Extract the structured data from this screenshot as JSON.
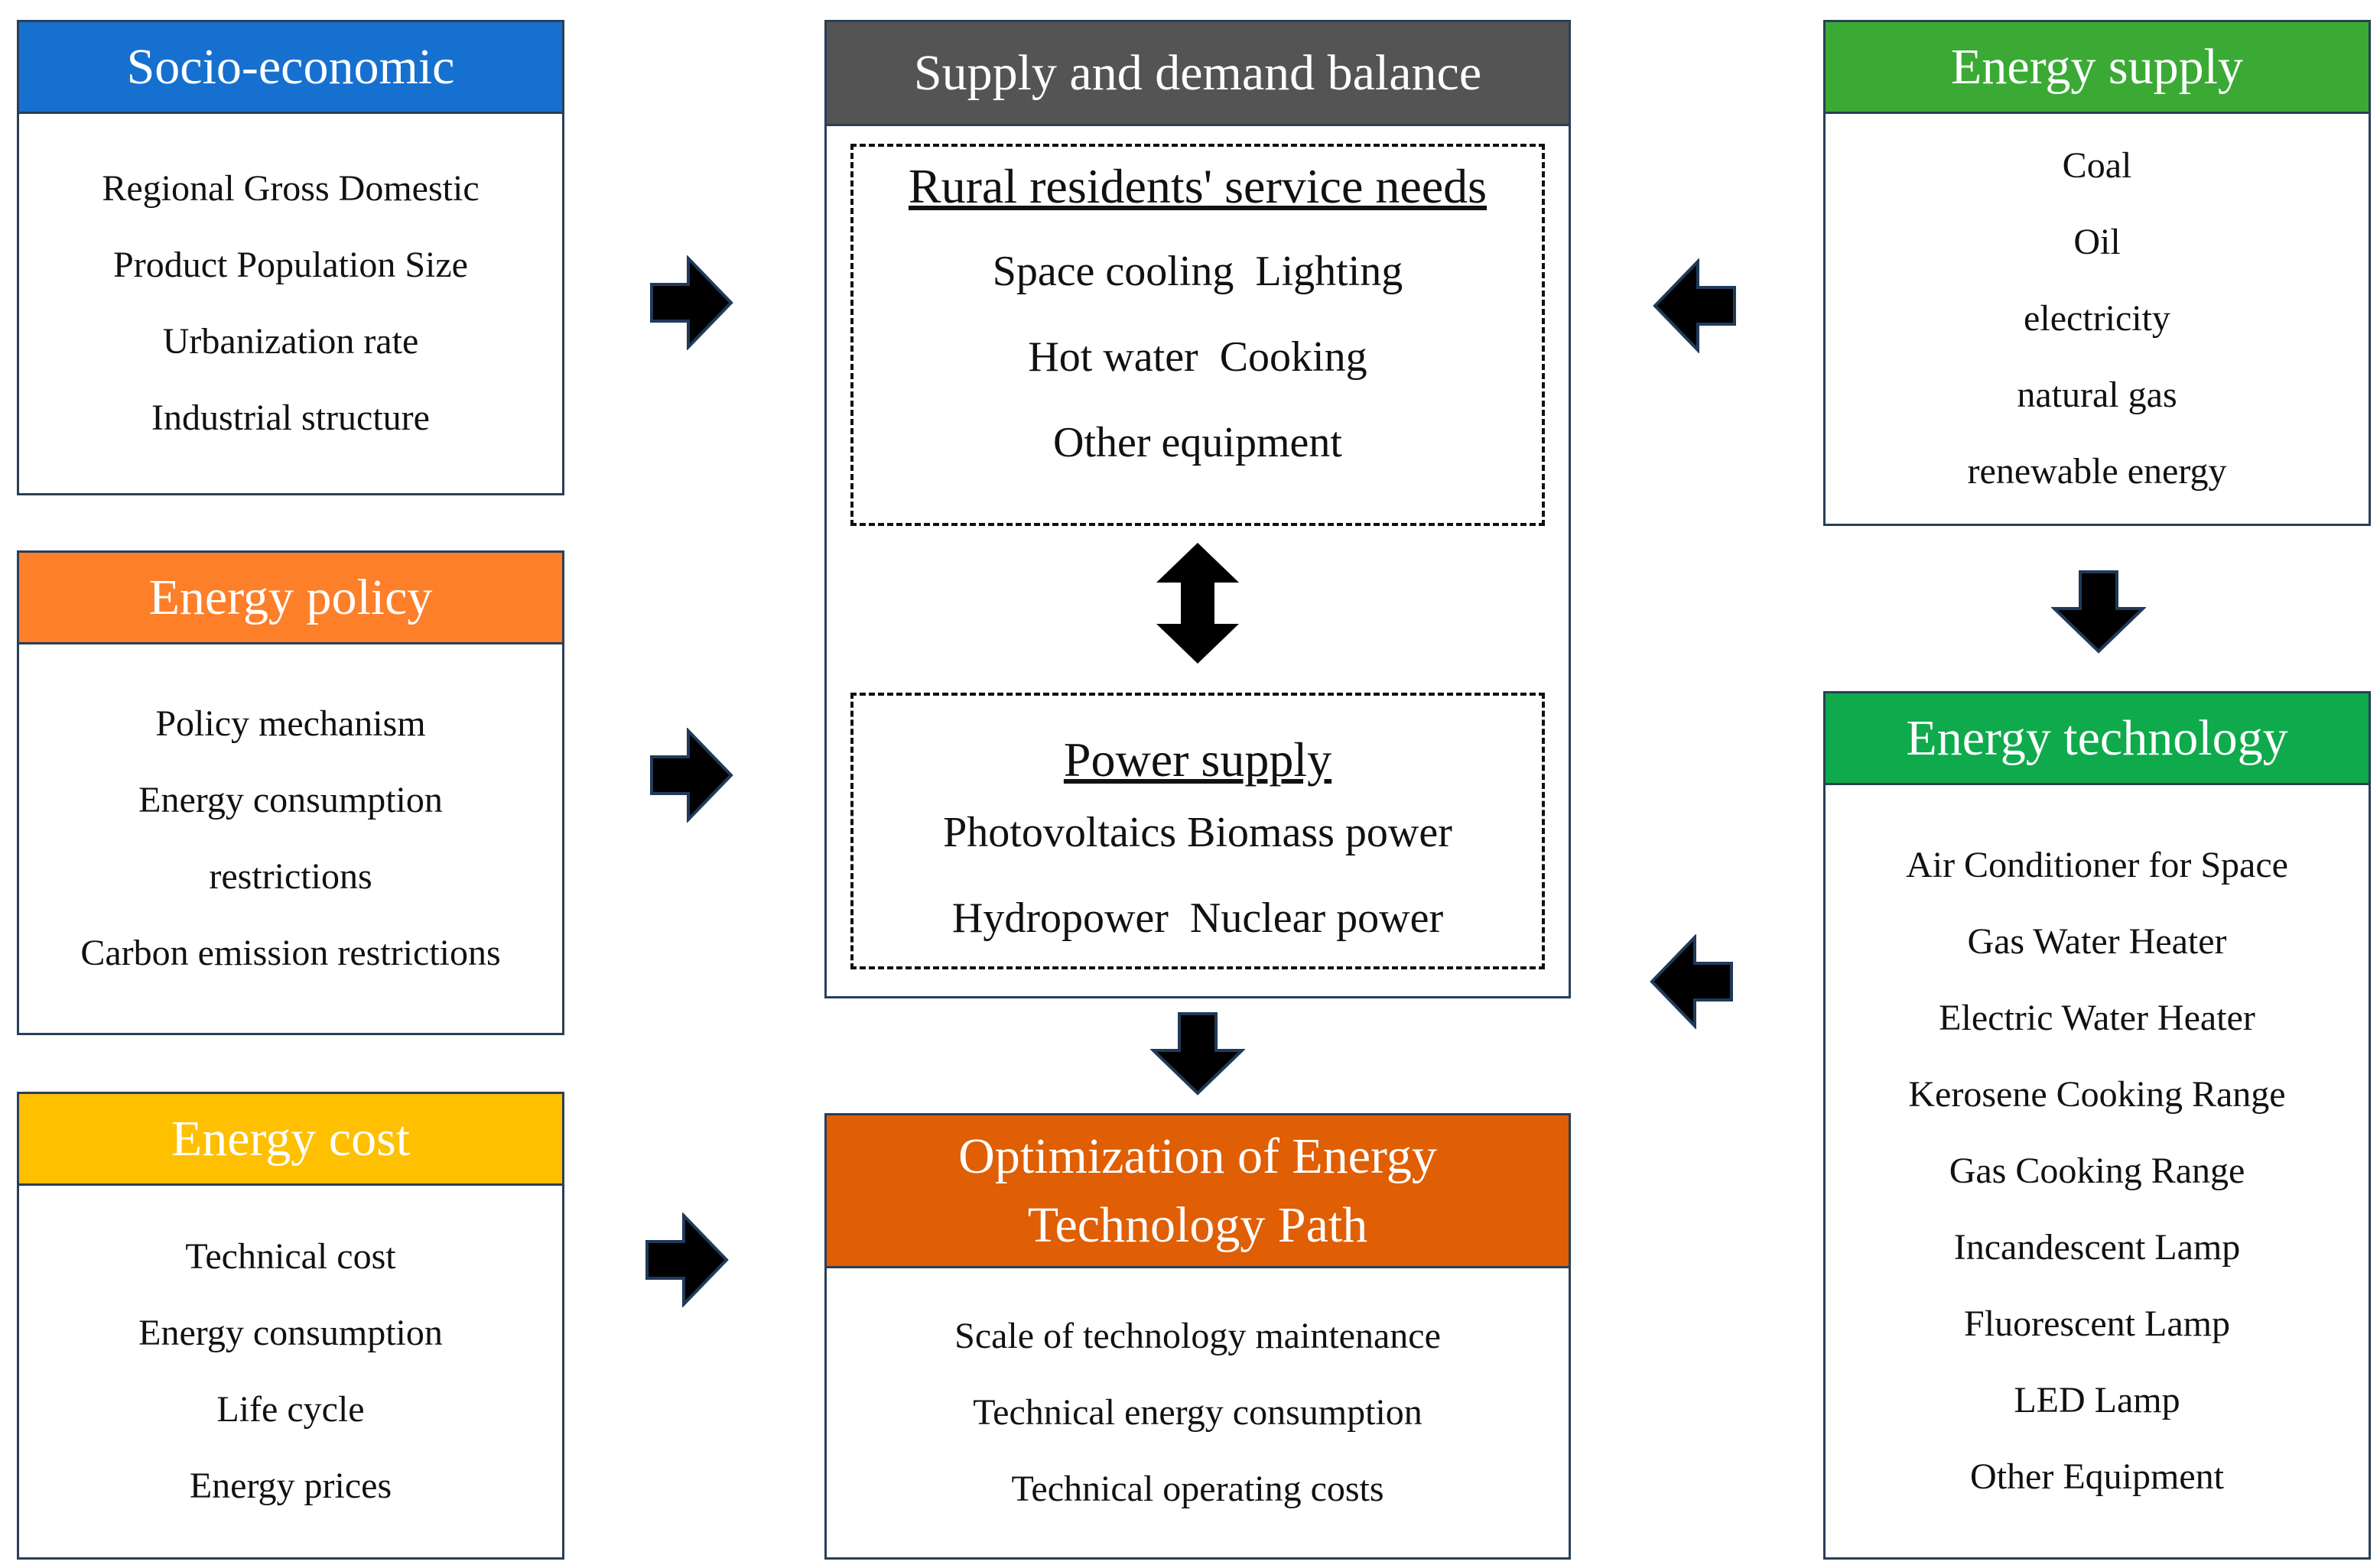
{
  "boxes": {
    "socio_economic": {
      "title": "Socio-economic",
      "color": "#1670d0",
      "items": [
        "Regional Gross Domestic",
        "Product Population Size",
        "Urbanization rate",
        "Industrial structure"
      ]
    },
    "energy_policy": {
      "title": "Energy policy",
      "color": "#fd7f2a",
      "items": [
        "Policy mechanism",
        "Energy consumption",
        "restrictions",
        "Carbon emission restrictions"
      ]
    },
    "energy_cost": {
      "title": "Energy cost",
      "color": "#fec000",
      "items": [
        "Technical cost",
        "Energy consumption",
        "Life cycle",
        "Energy prices"
      ]
    },
    "supply_demand": {
      "title": "Supply and demand balance",
      "color": "#545454",
      "service_needs": {
        "title": "Rural residents' service needs",
        "rows": [
          "Space cooling  Lighting",
          "Hot water  Cooking",
          "Other equipment"
        ]
      },
      "power_supply": {
        "title": "Power supply",
        "rows": [
          "Photovoltaics Biomass power",
          "Hydropower  Nuclear power"
        ]
      }
    },
    "optimization": {
      "title_line1": "Optimization of Energy",
      "title_line2": "Technology Path",
      "color": "#e05e04",
      "items": [
        "Scale of technology maintenance",
        "Technical energy consumption",
        "Technical operating costs"
      ]
    },
    "energy_supply": {
      "title": "Energy supply",
      "color": "#3aaa35",
      "items": [
        "Coal",
        "Oil",
        "electricity",
        "natural gas",
        "renewable energy"
      ]
    },
    "energy_technology": {
      "title": "Energy technology",
      "color": "#0eaa4b",
      "items": [
        "Air Conditioner for Space",
        "Gas Water Heater",
        "Electric Water Heater",
        "Kerosene Cooking Range",
        "Gas Cooking Range",
        "Incandescent Lamp",
        "Fluorescent Lamp",
        "LED Lamp",
        "Other Equipment"
      ]
    }
  },
  "arrow_color": "#000000"
}
